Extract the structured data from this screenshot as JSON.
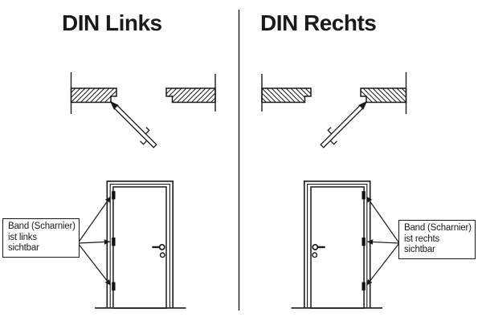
{
  "panels": {
    "left": {
      "title": "DIN Links",
      "label": {
        "line1": "Band (Scharnier)",
        "line2": "ist links",
        "line3": "sichtbar"
      }
    },
    "right": {
      "title": "DIN Rechts",
      "label": {
        "line1": "Band (Scharnier)",
        "line2": "ist rechts",
        "line3": "sichtbar"
      }
    }
  },
  "colors": {
    "line": "#1a1a1a",
    "hinge_fill": "#111111",
    "background": "#ffffff"
  }
}
